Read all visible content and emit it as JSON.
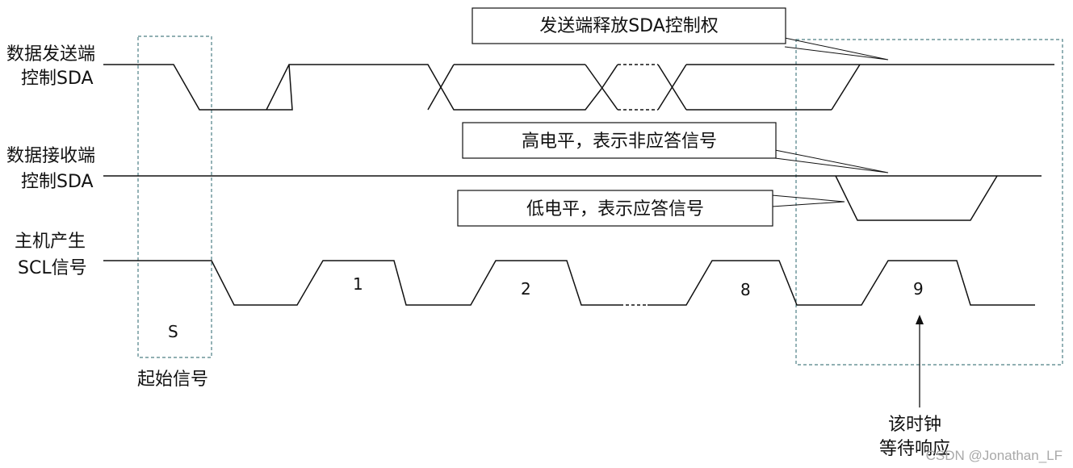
{
  "signals": {
    "sda_tx": [
      "数据发送端",
      "控制SDA"
    ],
    "sda_rx": [
      "数据接收端",
      "控制SDA"
    ],
    "scl": [
      "主机产生",
      "SCL信号"
    ]
  },
  "callouts": {
    "release": "发送端释放SDA控制权",
    "high": "高电平，表示非应答信号",
    "low": "低电平，表示应答信号"
  },
  "clock_labels": [
    "1",
    "2",
    "8",
    "9"
  ],
  "start_box": {
    "letter": "S",
    "caption": "起始信号"
  },
  "wait_note": [
    "该时钟",
    "等待响应"
  ],
  "watermark": "CSDN @Jonathan_LF"
}
